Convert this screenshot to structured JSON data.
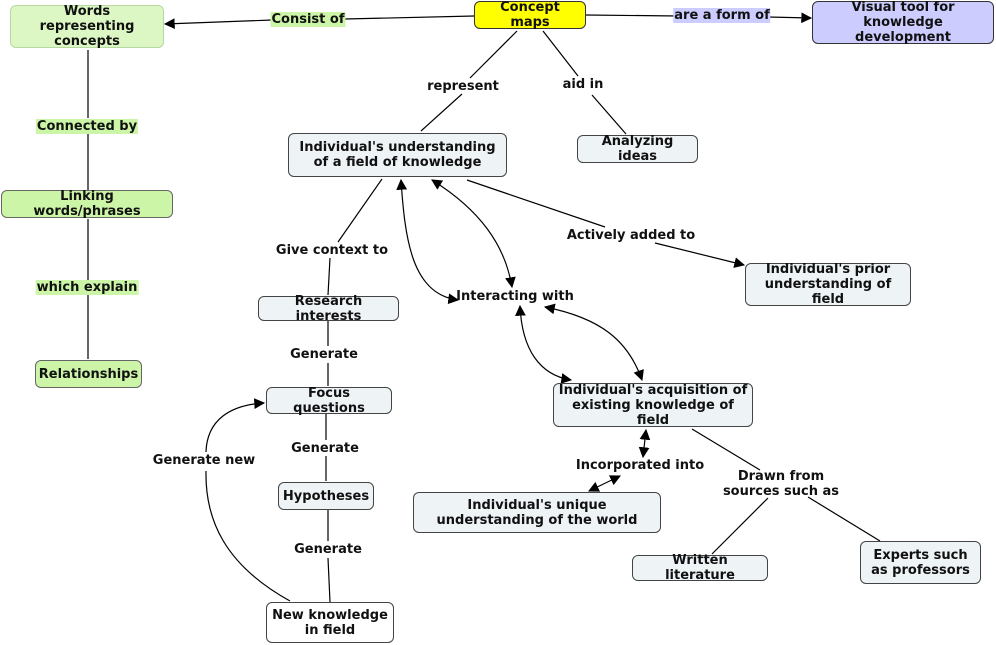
{
  "nodes": {
    "concept_maps": "Concept maps",
    "visual_tool": "Visual tool for knowledge development",
    "words_representing": "Words representing concepts",
    "linking_words": "Linking words/phrases",
    "relationships": "Relationships",
    "individual_understanding": "Individual's understanding of a field of knowledge",
    "analyzing_ideas": "Analyzing ideas",
    "prior_understanding": "Individual's prior understanding of field",
    "research_interests": "Research interests",
    "focus_questions": "Focus questions",
    "hypotheses": "Hypotheses",
    "new_knowledge": "New knowledge in field",
    "acquisition": "Individual's acquisition of existing knowledge of field",
    "unique_understanding": "Individual's unique understanding of the world",
    "written_literature": "Written literature",
    "experts": "Experts such as professors"
  },
  "labels": {
    "consist_of": "Consist of",
    "are_a_form_of": "are a form of",
    "connected_by": "Connected by",
    "which_explain": "which explain",
    "represent": "represent",
    "aid_in": "aid in",
    "give_context_to": "Give context to",
    "actively_added_to": "Actively added to",
    "interacting_with": "Interacting with",
    "generate_1": "Generate",
    "generate_2": "Generate",
    "generate_3": "Generate",
    "generate_new": "Generate new",
    "incorporated_into": "Incorporated into",
    "drawn_from": "Drawn from sources such as"
  },
  "colors": {
    "root": "#ffff00",
    "purple": "#ccccff",
    "green": "#ccf5a8",
    "default": "#eef3f6",
    "line": "#000000"
  }
}
